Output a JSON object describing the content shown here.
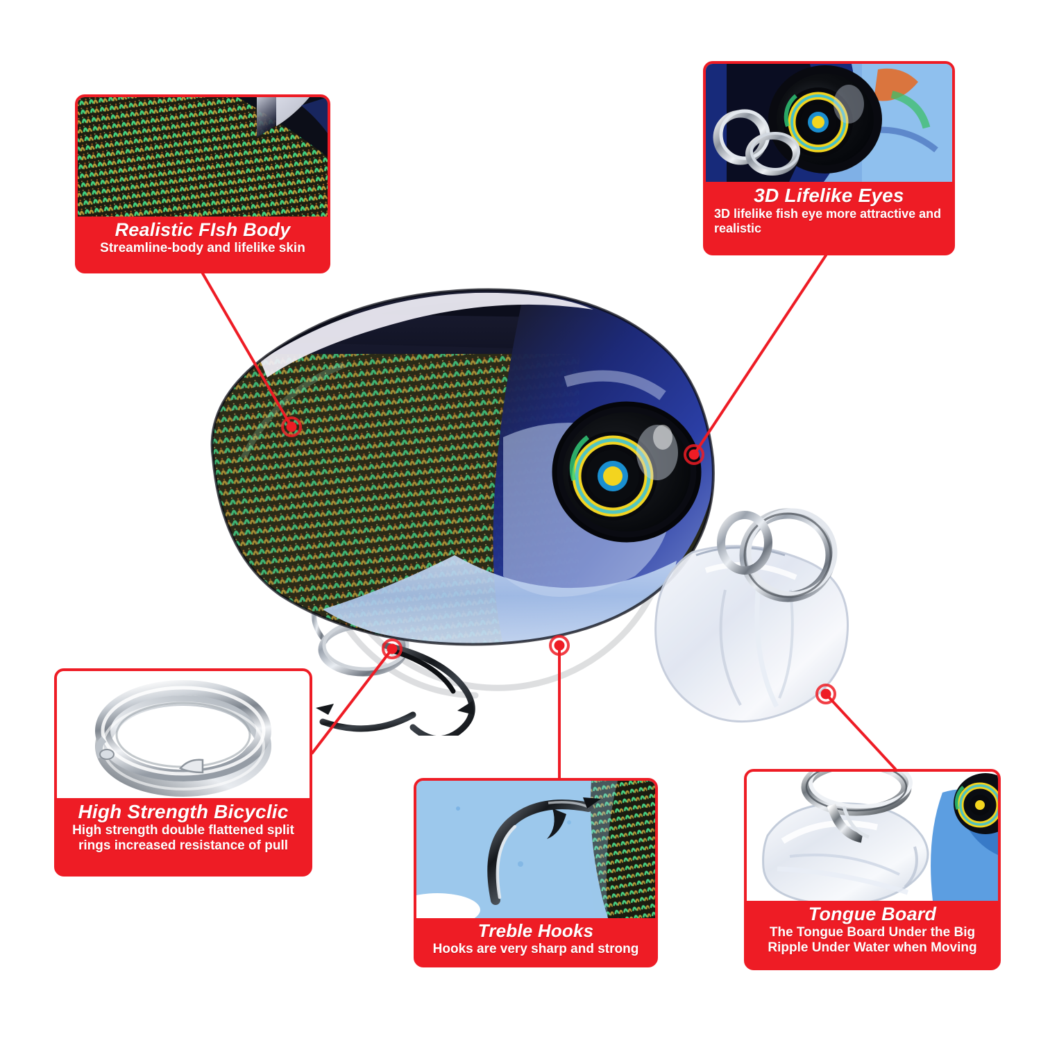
{
  "page": {
    "background_color": "#ffffff",
    "accent_color": "#ee1c25",
    "subject": "fishing-crankbait-lure-infographic"
  },
  "callouts": [
    {
      "id": "realistic-fish-body",
      "title": "Realistic FIsh Body",
      "subtitle": "Streamline-body and lifelike skin",
      "photo": "holographic-green-gold-scale-texture-closeup"
    },
    {
      "id": "3d-lifelike-eyes",
      "title": "3D Lifelike  Eyes",
      "subtitle": "3D lifelike fish eye more attractive and realistic",
      "photo": "lure-eye-closeup-with-split-ring"
    },
    {
      "id": "high-strength-bicyclic",
      "title": "High Strength Bicyclic",
      "subtitle": "High strength double flattened split rings increased resistance of pull",
      "photo": "stainless-steel-double-flattened-split-ring"
    },
    {
      "id": "treble-hooks",
      "title": "Treble Hooks",
      "subtitle": "Hooks are very sharp and strong",
      "photo": "sharp-treble-hook-point-closeup"
    },
    {
      "id": "tongue-board",
      "title": "Tongue Board",
      "subtitle": "The Tongue Board Under the Big Ripple Under Water when Moving",
      "photo": "clear-plastic-lip-tongue-board-closeup"
    }
  ],
  "product": {
    "name": "crankbait-fishing-lure",
    "body_pattern": "holographic-green-gold-scales",
    "belly_color": "#b7cdec",
    "back_color": "#141828",
    "lip": "transparent-polycarbonate-tongue-board",
    "hardware": "two-treble-hooks-with-split-rings",
    "motion_indicator": "gray-ripple-circle-arc"
  }
}
